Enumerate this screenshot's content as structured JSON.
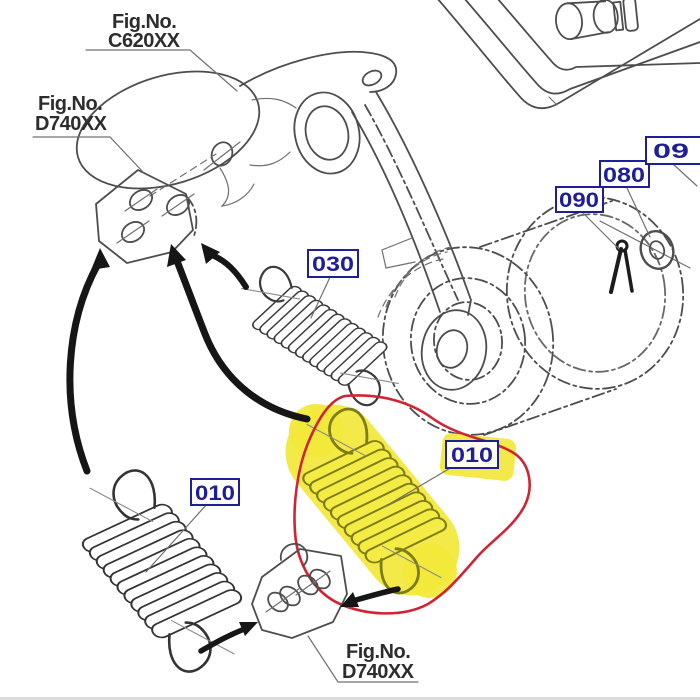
{
  "image_type": "parts-diagram",
  "colors": {
    "background": "#ffffff",
    "line": "#4d4d4d",
    "callout_navy": "#1e1e96",
    "highlight_yellow": "#f2e83a",
    "highlight_red": "#cf2433"
  },
  "figure_refs": {
    "c620xx": {
      "line1": "Fig.No.",
      "line2": "C620XX"
    },
    "d740xx_top": {
      "line1": "Fig.No.",
      "line2": "D740XX"
    },
    "d740xx_bottom": {
      "line1": "Fig.No.",
      "line2": "D740XX"
    }
  },
  "callouts": {
    "spring_030": "030",
    "spring_010_left": "010",
    "spring_010_selected": "010",
    "pin_090": "090",
    "washer_080": "080",
    "partial_09": "09"
  }
}
